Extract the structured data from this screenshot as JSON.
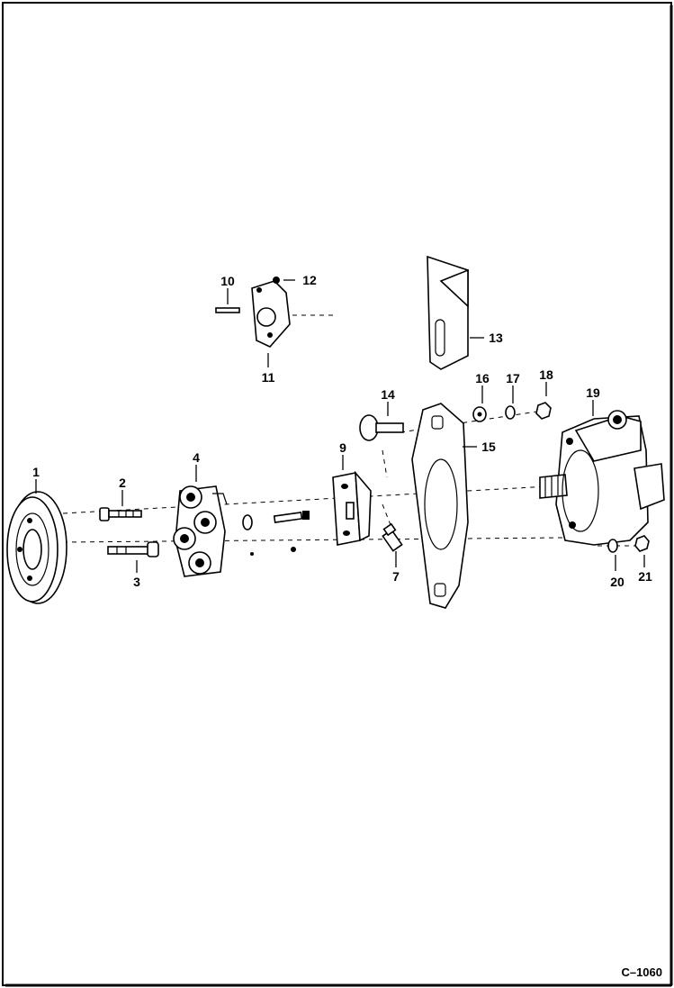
{
  "figure": {
    "reference_code": "C–1060",
    "border_color": "#000000",
    "background": "#ffffff"
  },
  "callouts": [
    "1",
    "2",
    "3",
    "4",
    "7",
    "9",
    "10",
    "11",
    "12",
    "13",
    "14",
    "15",
    "16",
    "17",
    "18",
    "19",
    "20",
    "21"
  ]
}
